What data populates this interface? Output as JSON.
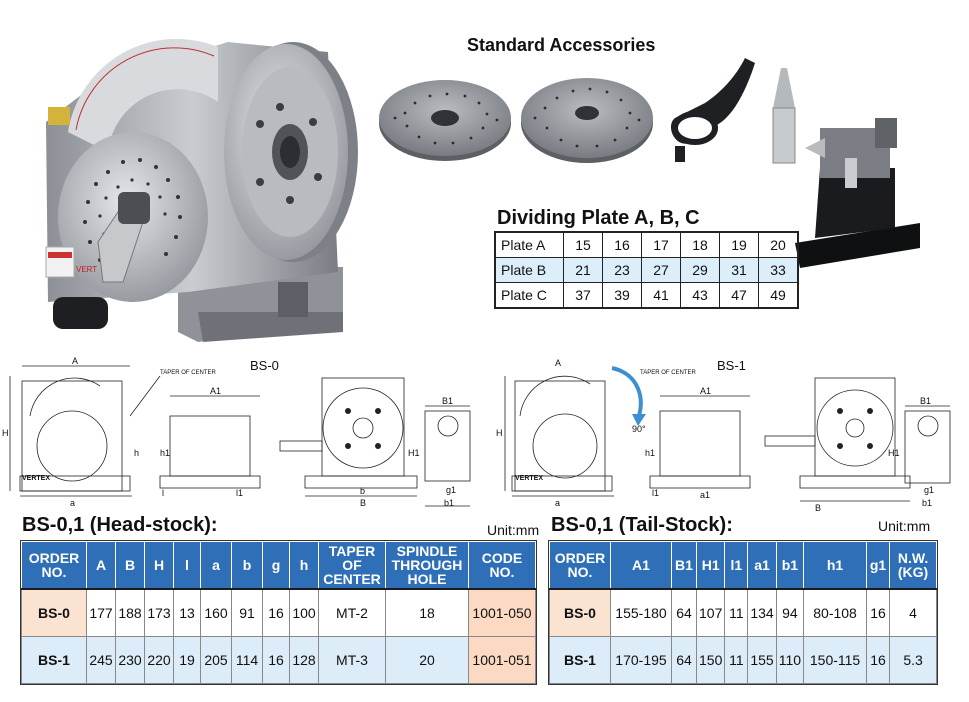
{
  "accessories": {
    "title": "Standard Accessories"
  },
  "dividing_plate": {
    "title": "Dividing Plate A, B, C",
    "rows": [
      {
        "label": "Plate A",
        "values": [
          "15",
          "16",
          "17",
          "18",
          "19",
          "20"
        ]
      },
      {
        "label": "Plate B",
        "values": [
          "21",
          "23",
          "27",
          "29",
          "31",
          "33"
        ]
      },
      {
        "label": "Plate C",
        "values": [
          "37",
          "39",
          "41",
          "43",
          "47",
          "49"
        ]
      }
    ]
  },
  "drawings": {
    "bs0_label": "BS-0",
    "bs1_label": "BS-1",
    "taper_note": "TAPER OF CENTER",
    "angle_note": "90°",
    "brand": "VERTEX",
    "dims": {
      "A": "A",
      "a": "a",
      "H": "H",
      "h": "h",
      "A1": "A1",
      "a1": "a1",
      "h1": "h1",
      "H1": "H1",
      "l": "l",
      "l1": "l1",
      "B": "B",
      "b": "b",
      "B1": "B1",
      "b1": "b1",
      "g1": "g1"
    }
  },
  "head_stock": {
    "title": "BS-0,1 (Head-stock):",
    "unit": "Unit:mm",
    "headers": [
      "ORDER NO.",
      "A",
      "B",
      "H",
      "l",
      "a",
      "b",
      "g",
      "h",
      "TAPER OF CENTER",
      "SPINDLE THROUGH HOLE",
      "CODE NO."
    ],
    "rows": [
      [
        "BS-0",
        "177",
        "188",
        "173",
        "13",
        "160",
        "91",
        "16",
        "100",
        "MT-2",
        "18",
        "1001-050"
      ],
      [
        "BS-1",
        "245",
        "230",
        "220",
        "19",
        "205",
        "114",
        "16",
        "128",
        "MT-3",
        "20",
        "1001-051"
      ]
    ]
  },
  "tail_stock": {
    "title": "BS-0,1 (Tail-Stock):",
    "unit": "Unit:mm",
    "headers": [
      "ORDER NO.",
      "A1",
      "B1",
      "H1",
      "l1",
      "a1",
      "b1",
      "h1",
      "g1",
      "N.W. (KG)"
    ],
    "rows": [
      [
        "BS-0",
        "155-180",
        "64",
        "107",
        "11",
        "134",
        "94",
        "80-108",
        "16",
        "4"
      ],
      [
        "BS-1",
        "170-195",
        "64",
        "150",
        "11",
        "155",
        "110",
        "150-115",
        "16",
        "5.3"
      ]
    ]
  },
  "colors": {
    "header_blue": "#2e6fb7",
    "row_blue": "#dcecf8",
    "code_peach": "#fbd9c2"
  }
}
